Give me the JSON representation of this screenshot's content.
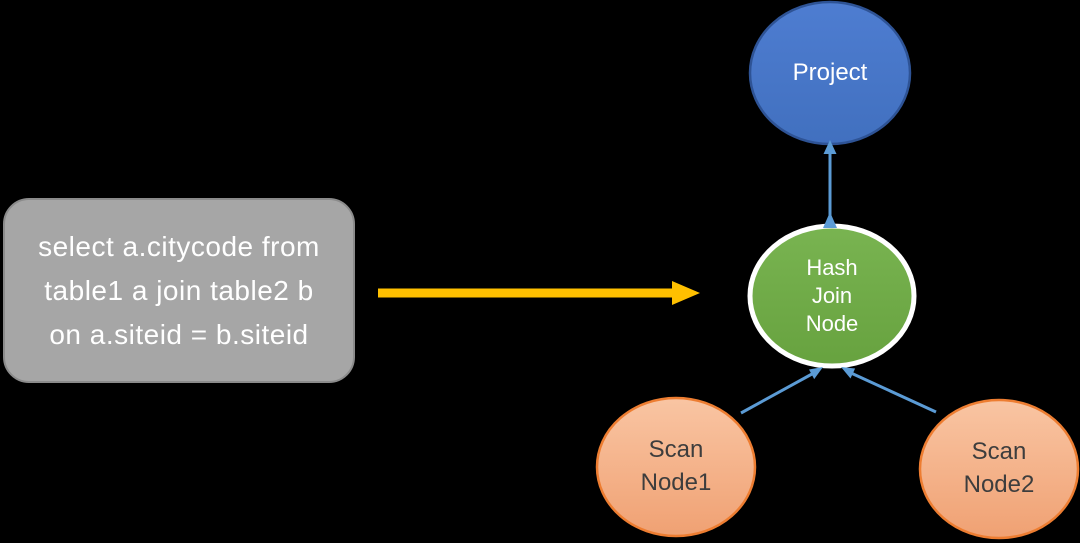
{
  "canvas": {
    "background": "#000000"
  },
  "sql_box": {
    "text": "select a.citycode from\ntable1 a join table2 b\non a.siteid = b.siteid",
    "fill": "#a6a6a6",
    "border_color": "#8b8b8b",
    "text_color": "#ffffff"
  },
  "transform_arrow": {
    "color": "#ffc000"
  },
  "connectors": {
    "color": "#5b9bd5"
  },
  "nodes": {
    "project": {
      "label": "Project",
      "fill_light": "#4e7dd1",
      "fill_dark": "#4170bf",
      "border_color": "#2e5395",
      "text_color": "#ffffff"
    },
    "hash_join": {
      "label": "Hash\nJoin\nNode",
      "fill_light": "#79b451",
      "fill_dark": "#67a23f",
      "border_color": "#ffffff",
      "text_color": "#ffffff"
    },
    "scan_node1": {
      "label": "Scan\nNode1",
      "fill_light": "#f9c5a3",
      "fill_dark": "#f0a173",
      "border_color": "#ed7d31",
      "text_color": "#3d3d3d"
    },
    "scan_node2": {
      "label": "Scan\nNode2",
      "fill_light": "#f9c5a3",
      "fill_dark": "#f0a173",
      "border_color": "#ed7d31",
      "text_color": "#3d3d3d"
    }
  }
}
